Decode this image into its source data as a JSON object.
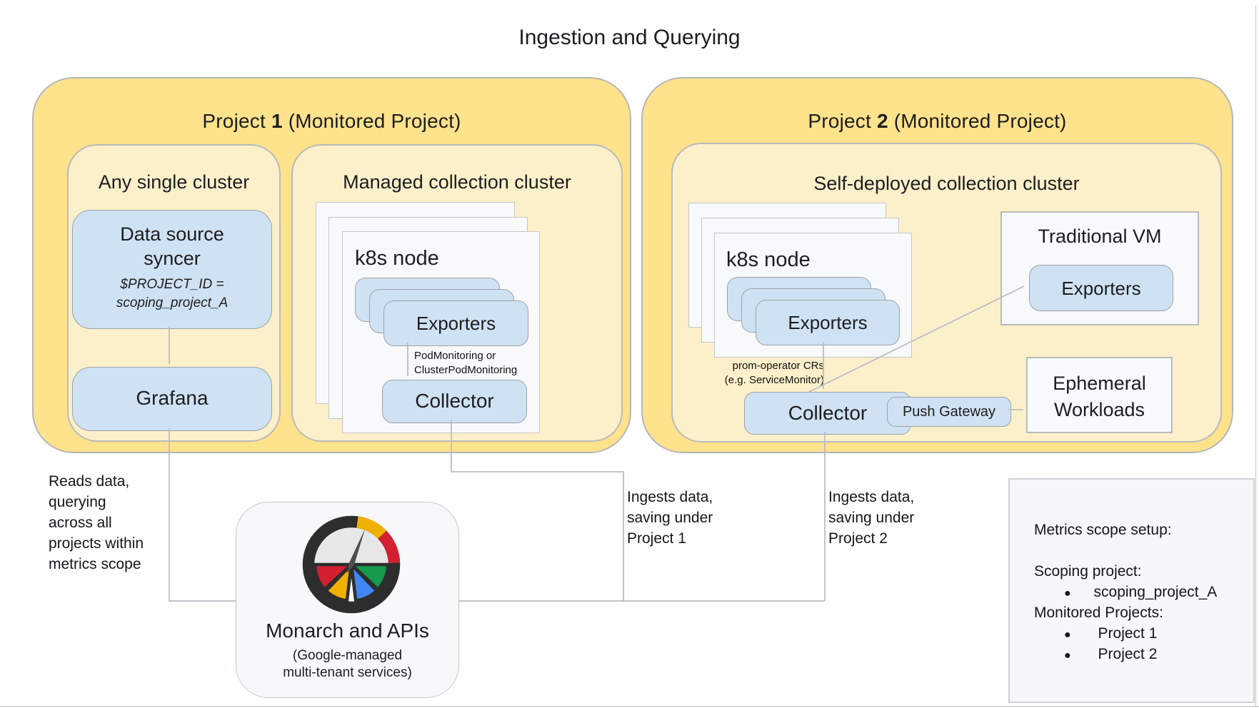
{
  "title": "Ingestion and Querying",
  "palette": {
    "project_fill": "#FFE28C",
    "cluster_fill": "#FCF0CA",
    "component_fill": "#CFE2F3",
    "card_fill": "#F8F9FB",
    "connector": "#BBBDC0",
    "gauge_ring": "#2D2D2D",
    "gauge_red": "#D22030",
    "gauge_yellow": "#F0B000",
    "gauge_blue": "#4285F4",
    "gauge_green": "#149B4D"
  },
  "project1": {
    "header": {
      "prefix": "Project ",
      "number": "1",
      "suffix": " (Monitored Project)"
    },
    "any_single_cluster": {
      "title": "Any single cluster",
      "data_source_syncer": {
        "line1": "Data source",
        "line2": "syncer",
        "note_line1": "$PROJECT_ID =",
        "note_line2": "scoping_project_A"
      },
      "grafana": "Grafana"
    },
    "managed_cluster": {
      "title": "Managed collection cluster",
      "node_label": "k8s node",
      "exporters": "Exporters",
      "monitoring_note_line1": "PodMonitoring or",
      "monitoring_note_line2": "ClusterPodMonitoring",
      "collector": "Collector"
    }
  },
  "project2": {
    "header": {
      "prefix": "Project ",
      "number": "2",
      "suffix": " (Monitored Project)"
    },
    "self_deployed_cluster": {
      "title": "Self-deployed collection cluster",
      "node_label": "k8s node",
      "exporters": "Exporters",
      "cr_note_line1": "prom-operator CRs",
      "cr_note_line2": "(e.g. ServiceMonitor)",
      "collector": "Collector",
      "push_gateway": "Push Gateway",
      "traditional_vm": {
        "title": "Traditional VM",
        "exporters": "Exporters"
      },
      "ephemeral": {
        "line1": "Ephemeral",
        "line2": "Workloads"
      }
    }
  },
  "monarch": {
    "title": "Monarch and APIs",
    "subtitle_line1": "(Google-managed",
    "subtitle_line2": "multi-tenant services)"
  },
  "annotations": {
    "reads": {
      "lines": [
        "Reads data,",
        "querying",
        "across all",
        "projects within",
        "metrics scope"
      ]
    },
    "ingests1": {
      "lines": [
        "Ingests data,",
        "saving under",
        "Project 1"
      ]
    },
    "ingests2": {
      "lines": [
        "Ingests data,",
        "saving under",
        "Project 2"
      ]
    }
  },
  "metrics_scope": {
    "title": "Metrics scope setup:",
    "scoping_label": "Scoping project:",
    "scoping_items": [
      "scoping_project_A"
    ],
    "monitored_label": "Monitored Projects:",
    "monitored_items": [
      "Project 1",
      "Project 2"
    ],
    "bullet": "●"
  }
}
